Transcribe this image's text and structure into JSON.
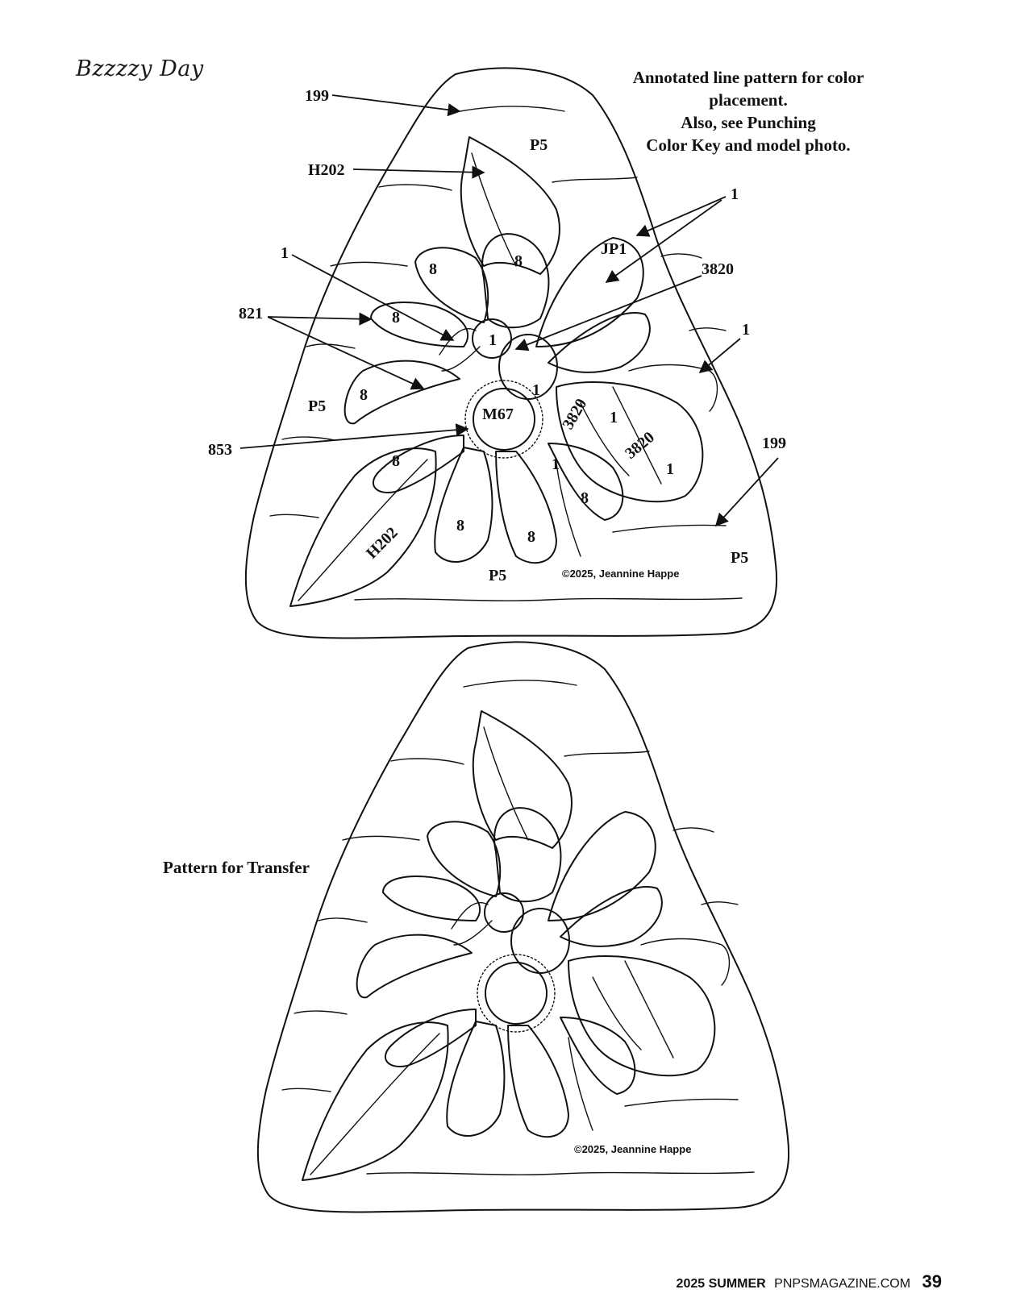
{
  "header": {
    "title": "Bzzzzy Day",
    "note_lines": [
      "Annotated line pattern for color",
      "placement.",
      "Also, see Punching",
      "Color Key and model photo."
    ]
  },
  "annotated": {
    "labels": {
      "c199_top": "199",
      "h202_top": "H202",
      "p5_top": "P5",
      "one_right_top": "1",
      "jp1": "JP1",
      "c3820_callout": "3820",
      "one_left": "1",
      "c821": "821",
      "one_right_mid": "1",
      "p5_left": "P5",
      "c853": "853",
      "c199_right": "199",
      "p5_bottom_right": "P5",
      "p5_bottom": "P5",
      "m67": "M67",
      "h202_bottom": "H202",
      "c3820_a": "3820",
      "c3820_b": "3820",
      "head_1": "1",
      "thorax_1": "1",
      "stripe_1a": "1",
      "stripe_1b": "1",
      "leg_1": "1",
      "petal_8a": "8",
      "petal_8b": "8",
      "petal_8c": "8",
      "petal_8d": "8",
      "petal_8e": "8",
      "petal_8f": "8",
      "petal_8g": "8",
      "petal_8h": "8"
    },
    "copyright": "©2025, Jeannine Happe"
  },
  "transfer": {
    "title": "Pattern for Transfer",
    "copyright": "©2025, Jeannine Happe"
  },
  "footer": {
    "season": "2025 SUMMER",
    "site": "PNPSMAGAZINE.COM",
    "page": "39"
  }
}
